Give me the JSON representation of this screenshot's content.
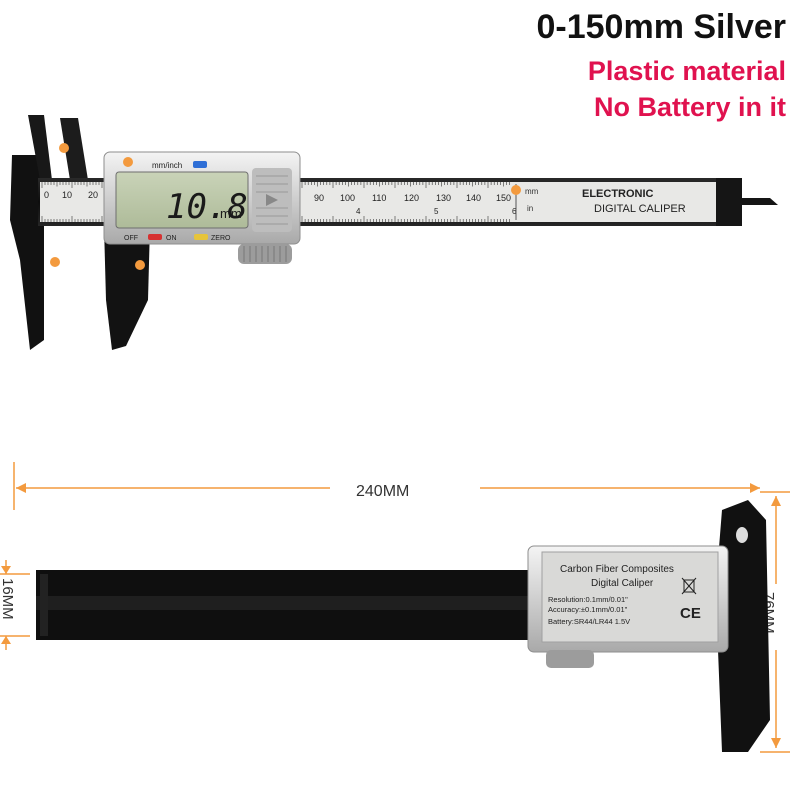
{
  "product": {
    "headline": "0-150mm Silver",
    "features": [
      "Plastic material",
      "No Battery in it"
    ],
    "accent_color": "#e0124f"
  },
  "caliper_front": {
    "display_reading": "10.8",
    "display_unit": "mm",
    "unit_toggle_label": "mm/inch",
    "off_label": "OFF",
    "on_label": "ON",
    "zero_label": "ZERO",
    "brand_line1": "ELECTRONIC",
    "brand_line2": "DIGITAL CALIPER",
    "scale_unit_mm": "mm",
    "scale_unit_in": "in",
    "scale_left_marks": [
      "0",
      "10",
      "20"
    ],
    "scale_marks": [
      "90",
      "100",
      "110",
      "120",
      "130",
      "140",
      "150"
    ],
    "inch_marks": [
      "4",
      "5",
      "6"
    ]
  },
  "caliper_back": {
    "label_title1": "Carbon Fiber Composites",
    "label_title2": "Digital Caliper",
    "resolution": "Resolution:0.1mm/0.01\"",
    "accuracy": "Accuracy:±0.1mm/0.01\"",
    "battery": "Battery:SR44/LR44 1.5V",
    "ce_mark": "CE"
  },
  "dimensions": {
    "length": "240MM",
    "thickness": "16MM",
    "height": "76MM",
    "arrow_color": "#f39a3e"
  }
}
